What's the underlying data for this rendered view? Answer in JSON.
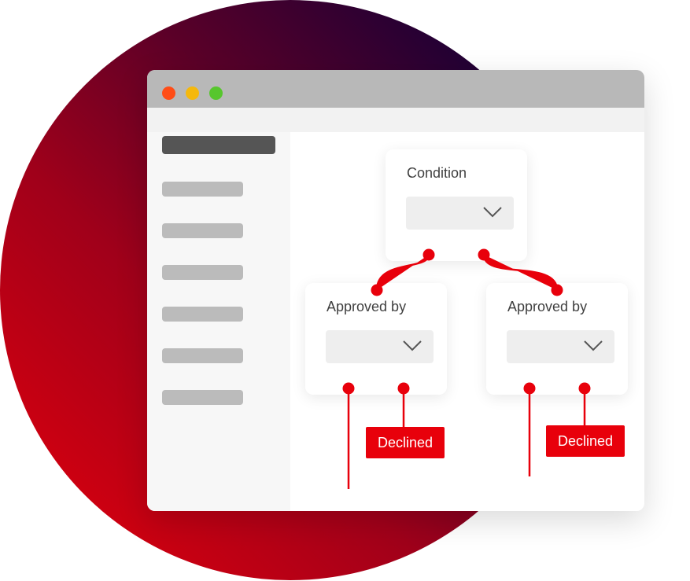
{
  "colors": {
    "accent": "#e8000b",
    "titlebar": "#b8b8b8",
    "close": "#ff4d17",
    "minimize": "#f5b80d",
    "maximize": "#57c62d",
    "sidebar_active": "#555555",
    "sidebar_item": "#bbbbbb"
  },
  "window": {
    "controls": [
      {
        "name": "close",
        "icon": "close-dot-icon"
      },
      {
        "name": "minimize",
        "icon": "minimize-dot-icon"
      },
      {
        "name": "maximize",
        "icon": "maximize-dot-icon"
      }
    ]
  },
  "sidebar": {
    "item_count": 7,
    "active_index": 0
  },
  "flow": {
    "condition": {
      "label": "Condition",
      "selected": ""
    },
    "left_branch": {
      "label": "Approved by",
      "selected": "",
      "outcome": "Declined"
    },
    "right_branch": {
      "label": "Approved by",
      "selected": "",
      "outcome": "Declined"
    }
  },
  "icons": {
    "dropdown": "chevron-down-icon",
    "connector": "connector-node-icon"
  }
}
